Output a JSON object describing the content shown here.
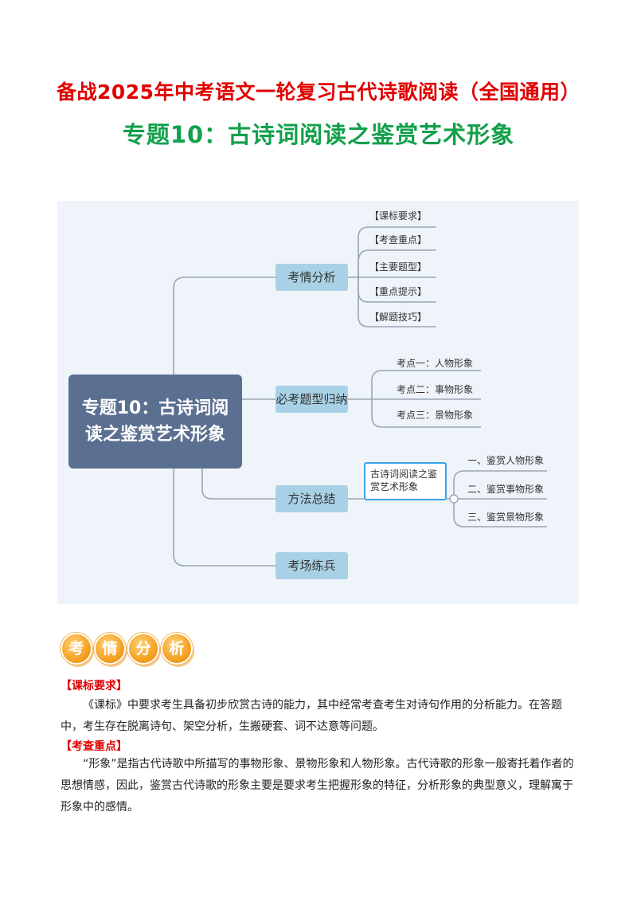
{
  "header": {
    "title": "备战2025年中考语文一轮复习古代诗歌阅读（全国通用）",
    "subtitle": "专题10：古诗词阅读之鉴赏艺术形象"
  },
  "mindmap": {
    "root": "专题10：古诗词阅读之鉴赏艺术形象",
    "branches": [
      {
        "label": "考情分析",
        "children": [
          "【课标要求】",
          "【考查重点】",
          "【主要题型】",
          "【重点提示】",
          "【解题技巧】"
        ]
      },
      {
        "label": "必考题型归纳",
        "children": [
          "考点一：人物形象",
          "考点二：事物形象",
          "考点三：景物形象"
        ]
      },
      {
        "label": "方法总结",
        "sub": "古诗词阅读之鉴赏艺术形象",
        "children": [
          "一、鉴赏人物形象",
          "二、鉴赏事物形象",
          "三、鉴赏景物形象"
        ]
      },
      {
        "label": "考场练兵"
      }
    ],
    "colors": {
      "line": "#9aa6b4",
      "root": "#5b6f91",
      "branch": "#a9d1e6",
      "highlight": "#3aa6e8"
    }
  },
  "section": {
    "badge": [
      "考",
      "情",
      "分",
      "析"
    ],
    "items": [
      {
        "label": "【课标要求】",
        "text": "《课标》中要求考生具备初步欣赏古诗的能力，其中经常考查考生对诗句作用的分析能力。在答题中，考生存在脱离诗句、架空分析，生搬硬套、词不达意等问题。"
      },
      {
        "label": "【考查重点】",
        "text": "“形象”是指古代诗歌中所描写的事物形象、景物形象和人物形象。古代诗歌的形象一般寄托着作者的思想情感，因此，鉴赏古代诗歌的形象主要是要求考生把握形象的特征，分析形象的典型意义，理解寓于形象中的感情。"
      }
    ]
  }
}
